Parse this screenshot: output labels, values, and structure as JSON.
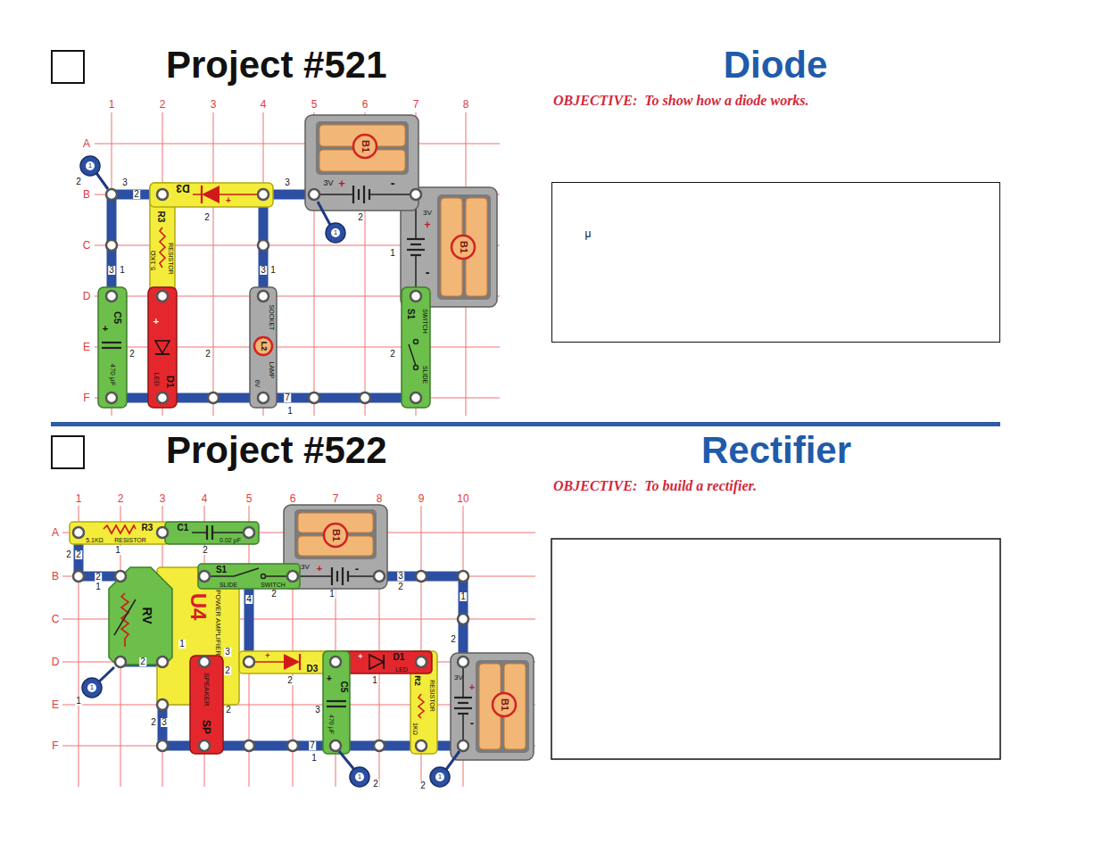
{
  "diagram": {
    "nodes": [
      {
        "text": [
          "B1",
          "3V",
          "+",
          "-"
        ]
      },
      {
        "text": [
          "D3",
          "+"
        ]
      },
      {
        "text": [
          "R3",
          "5.1KΩ",
          "RESISTOR"
        ]
      },
      {
        "text": [
          "B1",
          "3V",
          "+",
          "-"
        ]
      },
      {
        "text": [
          "C5",
          "470 μF",
          "+"
        ]
      },
      {
        "text": [
          "D1",
          "LED",
          "+"
        ]
      },
      {
        "text": [
          "L2",
          "6V",
          "LAMP",
          "SOCKET"
        ]
      },
      {
        "text": [
          "S1",
          "SLIDE",
          "SWITCH"
        ]
      },
      {
        "text": [
          "μ"
        ]
      },
      {
        "text": [
          "R3",
          "5.1KΩ",
          "RESISTOR"
        ]
      },
      {
        "text": [
          "C1",
          "0.02 μF"
        ]
      },
      {
        "text": [
          "B1",
          "3V",
          "+",
          "-"
        ]
      },
      {
        "text": [
          "RV"
        ]
      },
      {
        "text": [
          "U4",
          "POWER AMPLIFIER"
        ]
      },
      {
        "text": [
          "S1",
          "SLIDE",
          "SWITCH"
        ]
      },
      {
        "text": [
          "SP",
          "SPEAKER"
        ]
      },
      {
        "text": [
          "D3",
          "+"
        ]
      },
      {
        "text": [
          "C5",
          "470 μF",
          "+"
        ]
      },
      {
        "text": [
          "D1",
          "LED",
          "+"
        ]
      },
      {
        "text": [
          "R2",
          "1KΩ",
          "RESISTOR"
        ]
      },
      {
        "text": [
          "B1",
          "3V",
          "+",
          "-"
        ]
      }
    ],
    "labels": [
      "Project #521",
      "Diode",
      "OBJECTIVE:  To show how a diode works.",
      "Project #522",
      "Rectifier",
      "OBJECTIVE:  To build a rectifier.",
      "1",
      "2",
      "3",
      "4",
      "5",
      "6",
      "7",
      "8",
      "A",
      "B",
      "C",
      "D",
      "E",
      "F",
      "1",
      "2",
      "3",
      "4",
      "5",
      "6",
      "7",
      "8",
      "9",
      "10",
      "A",
      "B",
      "C",
      "D",
      "E",
      "F",
      "2",
      "1",
      "3",
      "2",
      "3",
      "1",
      "2",
      "3",
      "3",
      "1",
      "2",
      "1",
      "2",
      "2",
      "2",
      "1",
      "7",
      "1",
      "2",
      "2",
      "1",
      "2",
      "2",
      "1",
      "1",
      "3",
      "2",
      "4",
      "2",
      "1",
      "2",
      "1",
      "2",
      "3",
      "2",
      "2",
      "1",
      "2",
      "3",
      "2",
      "3",
      "7",
      "1",
      "1",
      "1",
      "2",
      "1",
      "2",
      "1"
    ]
  }
}
